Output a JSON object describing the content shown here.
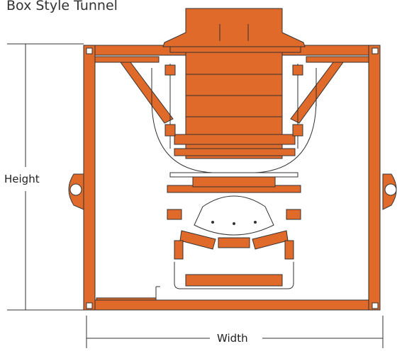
{
  "title": "Box Style Tunnel",
  "dimensions": {
    "height_label": "Height",
    "width_label": "Width"
  },
  "colors": {
    "frame": "#e06a2a",
    "frame_dark": "#7a3512",
    "outline": "#333333",
    "background": "#ffffff"
  }
}
